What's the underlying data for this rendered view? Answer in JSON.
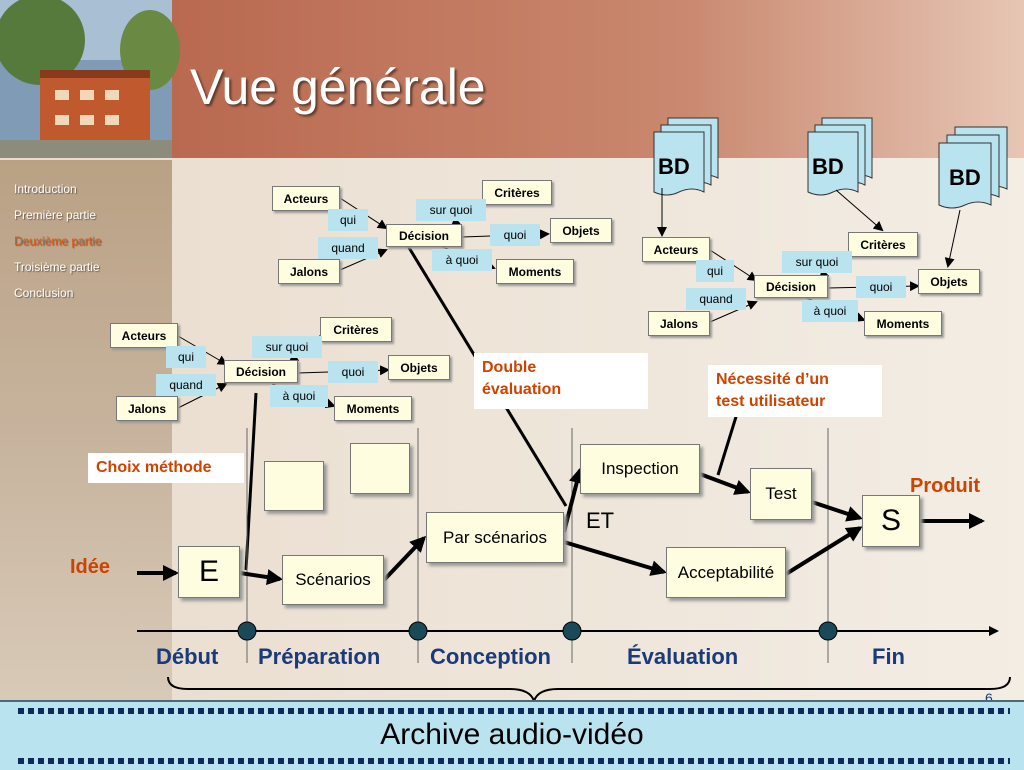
{
  "title": "Vue générale",
  "nav": [
    "Introduction",
    "Première partie",
    "Deuxième partie",
    "Troisième partie",
    "Conclusion"
  ],
  "nav_active_index": 2,
  "colors": {
    "accent": "#cc4400",
    "phase": "#1a3a7a",
    "label_bg": "#b9e3ef",
    "box_bg": "#fffde0"
  },
  "schemas": [
    {
      "acteurs": "Acteurs",
      "jalons": "Jalons",
      "decision": "Décision",
      "criteres": "Critères",
      "objets": "Objets",
      "moments": "Moments",
      "qui": "qui",
      "quand": "quand",
      "sur_quoi": "sur quoi",
      "quoi": "quoi",
      "a_quoi": "à quoi"
    },
    {
      "acteurs": "Acteurs",
      "jalons": "Jalons",
      "decision": "Décision",
      "criteres": "Critères",
      "objets": "Objets",
      "moments": "Moments",
      "qui": "qui",
      "quand": "quand",
      "sur_quoi": "sur quoi",
      "quoi": "quoi",
      "a_quoi": "à quoi"
    },
    {
      "acteurs": "Acteurs",
      "jalons": "Jalons",
      "decision": "Décision",
      "criteres": "Critères",
      "objets": "Objets",
      "moments": "Moments",
      "qui": "qui",
      "quand": "quand",
      "sur_quoi": "sur quoi",
      "quoi": "quoi",
      "a_quoi": "à quoi"
    }
  ],
  "databases": [
    "BD",
    "BD",
    "BD"
  ],
  "callouts": {
    "double_evaluation": [
      "Double",
      "évaluation"
    ],
    "test_utilisateur": [
      "Nécessité d’un",
      "test utilisateur"
    ],
    "choix_methode": "Choix méthode"
  },
  "process": {
    "entree": "E",
    "sortie": "S",
    "scenarios": "Scénarios",
    "par_scenarios": "Par scénarios",
    "inspection": "Inspection",
    "test": "Test",
    "acceptabilite": "Acceptabilité",
    "et": "ET",
    "idee": "Idée",
    "produit": "Produit"
  },
  "phases": [
    "Début",
    "Préparation",
    "Conception",
    "Évaluation",
    "Fin"
  ],
  "archive": "Archive audio-vidéo",
  "page_number": "6"
}
